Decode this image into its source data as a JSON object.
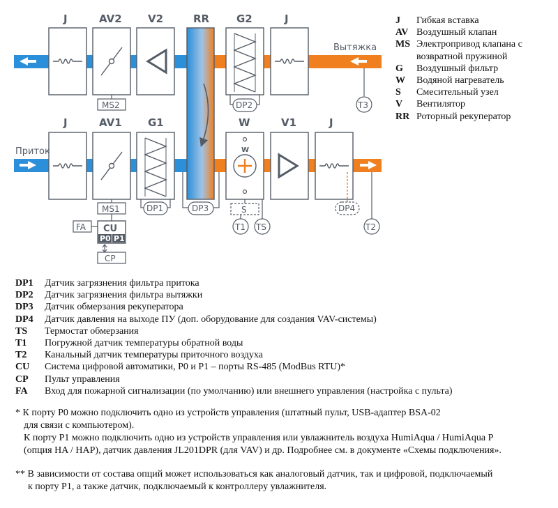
{
  "diagram": {
    "top_row_labels": [
      "J",
      "AV2",
      "V2",
      "RR",
      "G2",
      "J"
    ],
    "bottom_row_labels": [
      "J",
      "AV1",
      "G1",
      "W",
      "V1",
      "J"
    ],
    "flow_exhaust": "Вытяжка",
    "flow_supply": "Приток",
    "ms2": "MS2",
    "ms1": "MS1",
    "dp1": "DP1",
    "dp2": "DP2",
    "dp3": "DP3",
    "dp4": "DP4",
    "t1": "T1",
    "t2": "T2",
    "t3": "T3",
    "ts": "TS",
    "s": "S",
    "w_small": "W",
    "fa": "FA",
    "cu": "CU",
    "p0": "P0",
    "p1": "P1",
    "cp": "CP",
    "colors": {
      "exhaust": "#f07f1f",
      "supply": "#2b8fd9",
      "line": "#555c66"
    }
  },
  "legend_top": [
    {
      "key": "J",
      "text": "Гибкая вставка"
    },
    {
      "key": "AV",
      "text": "Воздушный клапан"
    },
    {
      "key": "MS",
      "text": "Электропривод клапана с возвратной пружиной"
    },
    {
      "key": "G",
      "text": "Воздушный фильтр"
    },
    {
      "key": "W",
      "text": "Водяной нагреватель"
    },
    {
      "key": "S",
      "text": "Смесительный узел"
    },
    {
      "key": "V",
      "text": "Вентилятор"
    },
    {
      "key": "RR",
      "text": "Роторный рекуператор"
    }
  ],
  "legend_bottom": [
    {
      "key": "DP1",
      "text": "Датчик загрязнения фильтра притока"
    },
    {
      "key": "DP2",
      "text": "Датчик загрязнения фильтра вытяжки"
    },
    {
      "key": "DP3",
      "text": "Датчик обмерзания рекуператора"
    },
    {
      "key": "DP4",
      "text": "Датчик давления на выходе ПУ (доп. оборудование для создания VAV-системы)"
    },
    {
      "key": "TS",
      "text": "Термостат обмерзания"
    },
    {
      "key": "T1",
      "text": "Погружной датчик температуры обратной воды"
    },
    {
      "key": "T2",
      "text": "Канальный датчик температуры приточного воздуха"
    },
    {
      "key": "CU",
      "text": "Система цифровой автоматики, P0 и P1 – порты RS-485 (ModBus RTU)*"
    },
    {
      "key": "CP",
      "text": "Пульт управления"
    },
    {
      "key": "FA",
      "text": "Вход для пожарной сигнализации (по умолчанию) или внешнего управления (настройка с пульта)"
    }
  ],
  "notes": {
    "n1_line1": "* К порту P0 можно подключить одно из устройств управления (штатный пульт, USB-адаптер BSA-02",
    "n1_line2": "для связи с компьютером).",
    "n1_line3": "К порту P1 можно подключить одно из устройств управления или увлажнитель воздуха HumiAqua /  HumiAqua P",
    "n1_line4": "(опция HA / HAP), датчик давления JL201DPR (для VAV) и др. Подробнее см. в документе «Схемы подключения».",
    "n2_line1": "** В зависимости от состава опций может использоваться как аналоговый датчик, так и цифровой, подключаемый",
    "n2_line2": "к порту P1, а также датчик, подключаемый к контроллеру увлажнителя."
  }
}
